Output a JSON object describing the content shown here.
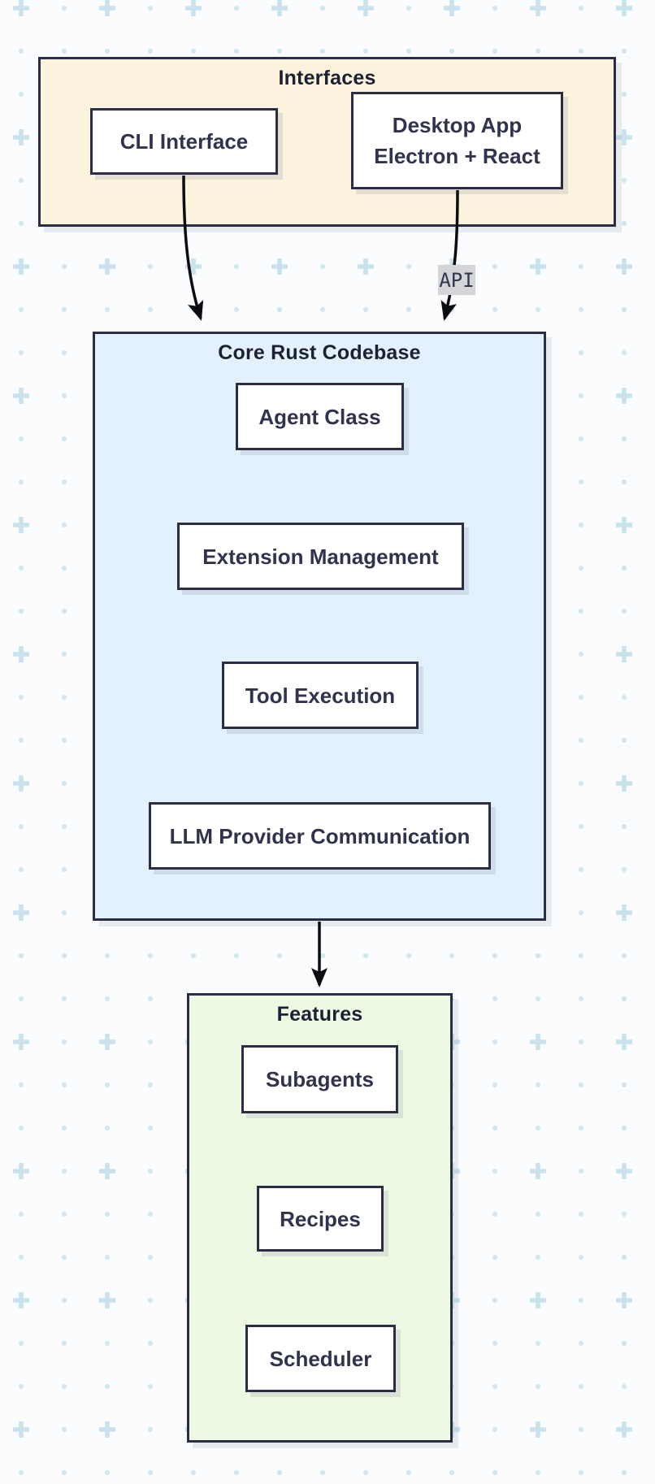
{
  "diagram": {
    "title": "",
    "background_pattern": "dot-grid-with-plus-marks",
    "containers": [
      {
        "id": "interfaces",
        "label": "Interfaces",
        "fill": "#fcf3de",
        "nodes": [
          {
            "id": "cli",
            "label": "CLI Interface"
          },
          {
            "id": "desktop",
            "lines": [
              "Desktop App",
              "Electron + React"
            ]
          }
        ]
      },
      {
        "id": "core",
        "label": "Core Rust Codebase",
        "fill": "#e3f1fd",
        "nodes": [
          {
            "id": "agent",
            "label": "Agent Class"
          },
          {
            "id": "extension",
            "label": "Extension Management"
          },
          {
            "id": "tool",
            "label": "Tool Execution"
          },
          {
            "id": "llm",
            "label": "LLM Provider Communication"
          }
        ]
      },
      {
        "id": "features",
        "label": "Features",
        "fill": "#eef9e4",
        "nodes": [
          {
            "id": "subagents",
            "label": "Subagents"
          },
          {
            "id": "recipes",
            "label": "Recipes"
          },
          {
            "id": "scheduler",
            "label": "Scheduler"
          }
        ]
      }
    ],
    "edges": [
      {
        "from": "CLI Interface",
        "to": "Core Rust Codebase",
        "label": ""
      },
      {
        "from": "Desktop App Electron + React",
        "to": "Core Rust Codebase",
        "label": "API"
      },
      {
        "from": "Core Rust Codebase",
        "to": "Features",
        "label": ""
      }
    ],
    "colors": {
      "container_border": "#2b2d45",
      "node_border": "#2b2d45",
      "node_fill": "#ffffff",
      "interfaces_fill": "#fcf3de",
      "core_fill": "#e3f1fd",
      "features_fill": "#eef9e4",
      "edge_stroke": "#0c0d10",
      "edge_label_bg": "#d4d5d7",
      "text": "#31334e",
      "pattern_dot": "#d2e7f0",
      "pattern_plus": "#c9e2ee"
    }
  }
}
